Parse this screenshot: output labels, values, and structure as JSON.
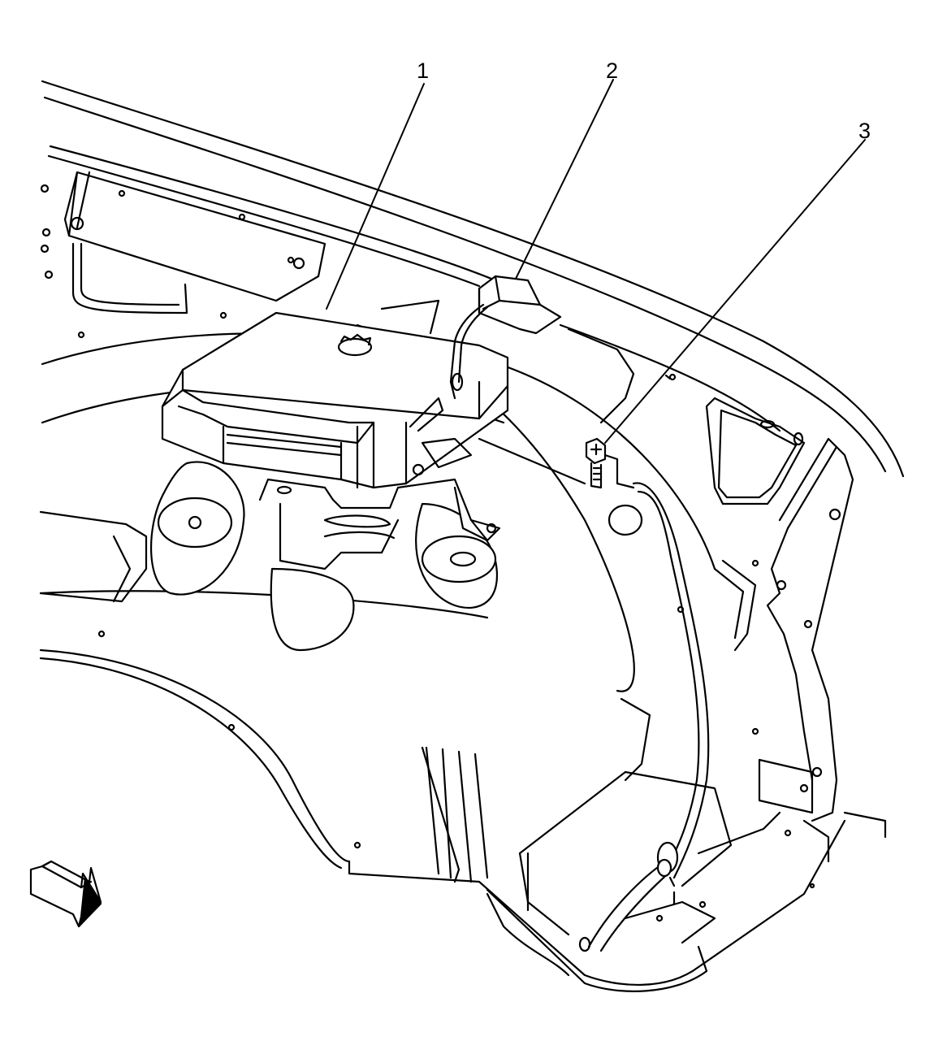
{
  "diagram": {
    "callouts": [
      {
        "id": "1",
        "label": "1",
        "part": "module"
      },
      {
        "id": "2",
        "label": "2",
        "part": "sensor"
      },
      {
        "id": "3",
        "label": "3",
        "part": "ground-bolt"
      }
    ],
    "colors": {
      "ink": "#000000",
      "paper": "#ffffff"
    },
    "view_indicator": "arrow-icon"
  }
}
